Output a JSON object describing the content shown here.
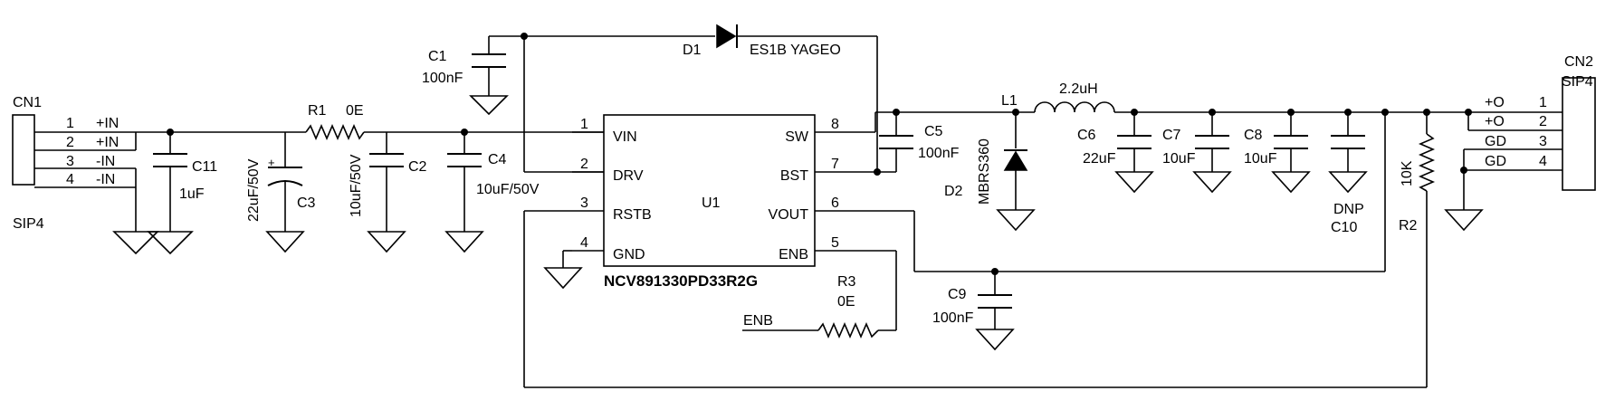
{
  "cn1": {
    "ref": "CN1",
    "type": "SIP4",
    "pins": [
      "1",
      "2",
      "3",
      "4"
    ],
    "nets": [
      "+IN",
      "+IN",
      "-IN",
      "-IN"
    ]
  },
  "cn2": {
    "ref": "CN2",
    "type": "SIP4",
    "pins": [
      "1",
      "2",
      "3",
      "4"
    ],
    "nets": [
      "+O",
      "+O",
      "GD",
      "GD"
    ]
  },
  "c11": {
    "ref": "C11",
    "value": "1uF"
  },
  "c3": {
    "ref": "C3",
    "value": "22uF/50V",
    "polarity": "+"
  },
  "r1": {
    "ref": "R1",
    "value": "0E"
  },
  "c2": {
    "ref": "C2",
    "value": "10uF/50V"
  },
  "c4": {
    "ref": "C4",
    "value": "10uF/50V"
  },
  "c1": {
    "ref": "C1",
    "value": "100nF"
  },
  "d1": {
    "ref": "D1",
    "value": "ES1B YAGEO"
  },
  "u1": {
    "ref": "U1",
    "part": "NCV891330PD33R2G",
    "left_pins": [
      {
        "num": "1",
        "name": "VIN"
      },
      {
        "num": "2",
        "name": "DRV"
      },
      {
        "num": "3",
        "name": "RSTB"
      },
      {
        "num": "4",
        "name": "GND"
      }
    ],
    "right_pins": [
      {
        "num": "8",
        "name": "SW"
      },
      {
        "num": "7",
        "name": "BST"
      },
      {
        "num": "6",
        "name": "VOUT"
      },
      {
        "num": "5",
        "name": "ENB"
      }
    ]
  },
  "c5": {
    "ref": "C5",
    "value": "100nF"
  },
  "l1": {
    "ref": "L1",
    "value": "2.2uH"
  },
  "d2": {
    "ref": "D2",
    "value": "MBRS360"
  },
  "c6": {
    "ref": "C6",
    "value": "22uF"
  },
  "c7": {
    "ref": "C7",
    "value": "10uF"
  },
  "c8": {
    "ref": "C8",
    "value": "10uF"
  },
  "c10": {
    "ref": "C10",
    "value": "DNP"
  },
  "r2": {
    "ref": "R2",
    "value": "10K"
  },
  "r3": {
    "ref": "R3",
    "value": "0E",
    "net": "ENB"
  },
  "c9": {
    "ref": "C9",
    "value": "100nF"
  }
}
